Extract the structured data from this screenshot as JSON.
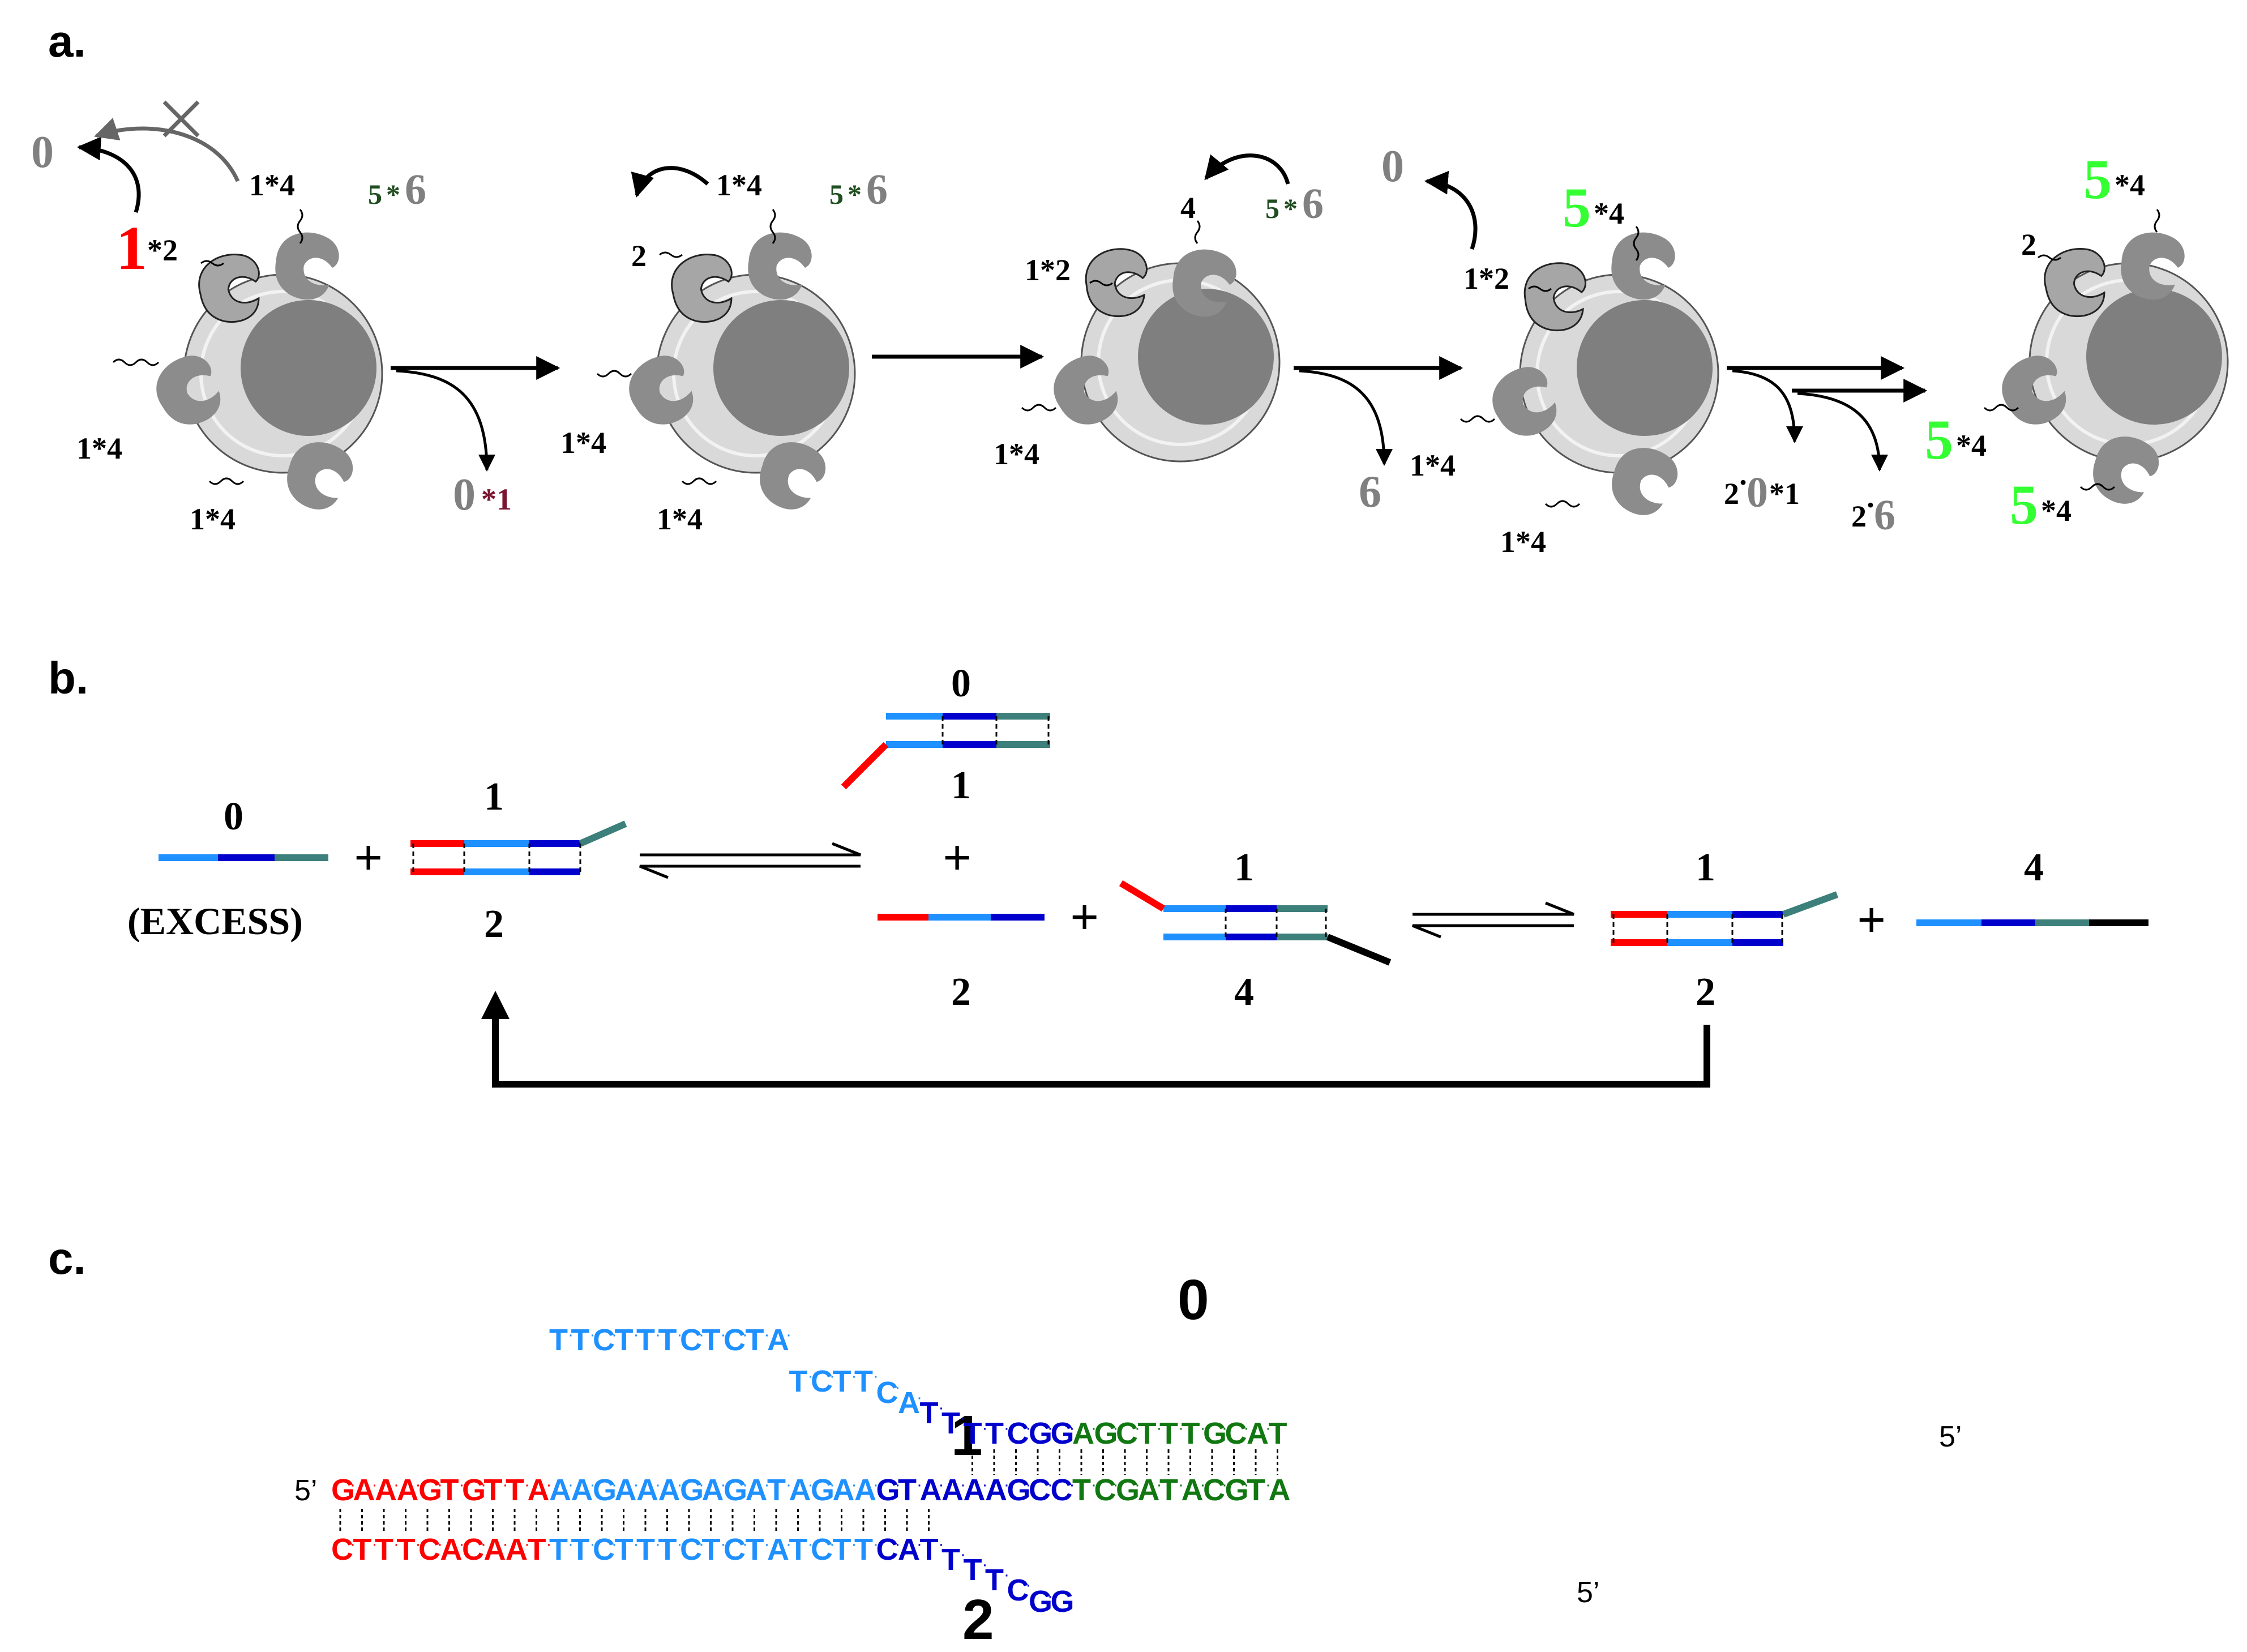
{
  "panels": {
    "a": {
      "label": "a.",
      "colors": {
        "bead_outer": "#d9d9d9",
        "bead_inner": "#7f7f7f",
        "claw": "#8c8c8c",
        "claw_light": "#a6a6a6",
        "red": "#ff0000",
        "green": "#33ff33",
        "darkgreen": "#1f4d1f",
        "gray": "#808080",
        "maroon": "#7a1530"
      },
      "step1": {
        "free_0": "0",
        "big1": "1",
        "s12": "*2",
        "l14a": "1*4",
        "l14b": "1*4",
        "l14c": "1*4",
        "five": "5",
        "star6": "*",
        "six": "6",
        "product_0": "0",
        "product_star": "*1"
      },
      "step2": {
        "l2": "2",
        "l14a": "1*4",
        "l14b": "1*4",
        "l14c": "1*4",
        "five": "5",
        "star6": "*",
        "six": "6"
      },
      "step3": {
        "l4": "4",
        "l12": "1*2",
        "l14a": "1*4",
        "l14b": "1*4",
        "five": "5",
        "star6": "*",
        "six": "6",
        "product_6": "6"
      },
      "step4": {
        "free_0": "0",
        "big5": "5",
        "s4": "*4",
        "l12": "1*2",
        "l14a": "1*4",
        "l14b": "1*4",
        "prod_a_2": "2",
        "prod_a_dot": "·",
        "prod_a_0": "0",
        "prod_a_star": "*1",
        "prod_b_2": "2",
        "prod_b_dot": "·",
        "prod_b_6": "6"
      },
      "step5": {
        "big5a": "5",
        "s4a": "*4",
        "l2": "2",
        "big5b": "5",
        "s4b": "*4",
        "big5c": "5",
        "s4c": "*4"
      }
    },
    "b": {
      "label": "b.",
      "colors": {
        "lightblue": "#1e90ff",
        "blue": "#0000cd",
        "teal": "#3d7f7a",
        "red": "#ff0000",
        "black": "#000000"
      },
      "labels": {
        "s0": "0",
        "excess": "(EXCESS)",
        "plus1": "+",
        "d1_top": "1",
        "d1_bot": "2",
        "c_top0": "0",
        "c_1": "1",
        "c_plus": "+",
        "c_2": "2",
        "plus2": "+",
        "d2_top": "1",
        "d2_bot": "4",
        "r_top": "1",
        "r_bot": "2",
        "plus3": "+",
        "r4": "4"
      }
    },
    "c": {
      "label": "c.",
      "colors": {
        "red": "#ff0000",
        "lightblue": "#1e90ff",
        "blue": "#0000cd",
        "green": "#117711",
        "black": "#000000"
      },
      "labels": {
        "s0": "0",
        "s1": "1",
        "s2": "2",
        "five_prime": "5’"
      },
      "strand0": {
        "segments": [
          {
            "color": "lightblue",
            "text": "TTCTTTCTCTATCTTCA"
          },
          {
            "color": "blue",
            "text": "TTTTCGG"
          },
          {
            "color": "green",
            "text": "AGCTTTGCAT"
          }
        ]
      },
      "strand1": {
        "segments": [
          {
            "color": "red",
            "text": "GAAAGTGTTA"
          },
          {
            "color": "lightblue",
            "text": "AAGAAAGAGATAGAA"
          },
          {
            "color": "blue",
            "text": "GTAAAAGCC"
          },
          {
            "color": "green",
            "text": "TCGATACGTA"
          }
        ]
      },
      "strand2": {
        "segments": [
          {
            "color": "red",
            "text": "CTTTCACAAT"
          },
          {
            "color": "lightblue",
            "text": "TTCTTTCTCTATCTT"
          },
          {
            "color": "blue",
            "text": "CATTTTCGG"
          }
        ]
      }
    }
  }
}
